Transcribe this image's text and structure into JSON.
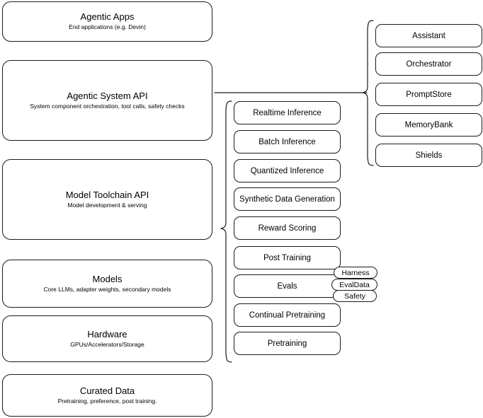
{
  "diagram": {
    "title": "AI stack layered architecture diagram",
    "stroke_color": "#1a1a1a",
    "background_color": "#ffffff",
    "layers": [
      {
        "id": "agentic-apps",
        "title": "Agentic Apps",
        "subtitle": "End applications (e.g. Devin)"
      },
      {
        "id": "agentic-system-api",
        "title": "Agentic System API",
        "subtitle": "System component orchestration, tool calls, safety checks"
      },
      {
        "id": "model-toolchain-api",
        "title": "Model Toolchain API",
        "subtitle": "Model development & serving"
      },
      {
        "id": "models",
        "title": "Models",
        "subtitle": "Core LLMs, adapter weights, secondary models"
      },
      {
        "id": "hardware",
        "title": "Hardware",
        "subtitle": "GPUs/Accelerators/Storage"
      },
      {
        "id": "curated-data",
        "title": "Curated Data",
        "subtitle": "Pretraining, preference, post training."
      }
    ],
    "toolchain_components": [
      {
        "id": "realtime-inference",
        "label": "Realtime Inference"
      },
      {
        "id": "batch-inference",
        "label": "Batch Inference"
      },
      {
        "id": "quantized-inference",
        "label": "Quantized Inference"
      },
      {
        "id": "synthetic-data-generation",
        "label": "Synthetic Data Generation"
      },
      {
        "id": "reward-scoring",
        "label": "Reward Scoring"
      },
      {
        "id": "post-training",
        "label": "Post Training"
      },
      {
        "id": "evals",
        "label": "Evals"
      },
      {
        "id": "continual-pretraining",
        "label": "Continual Pretraining"
      },
      {
        "id": "pretraining",
        "label": "Pretraining"
      }
    ],
    "evals_subcomponents": [
      {
        "id": "harness",
        "label": "Harness"
      },
      {
        "id": "evaldata",
        "label": "EvalData"
      },
      {
        "id": "safety",
        "label": "Safety"
      }
    ],
    "agentic_system_components": [
      {
        "id": "assistant",
        "label": "Assistant"
      },
      {
        "id": "orchestrator",
        "label": "Orchestrator"
      },
      {
        "id": "promptstore",
        "label": "PromptStore"
      },
      {
        "id": "memorybank",
        "label": "MemoryBank"
      },
      {
        "id": "shields",
        "label": "Shields"
      }
    ]
  }
}
